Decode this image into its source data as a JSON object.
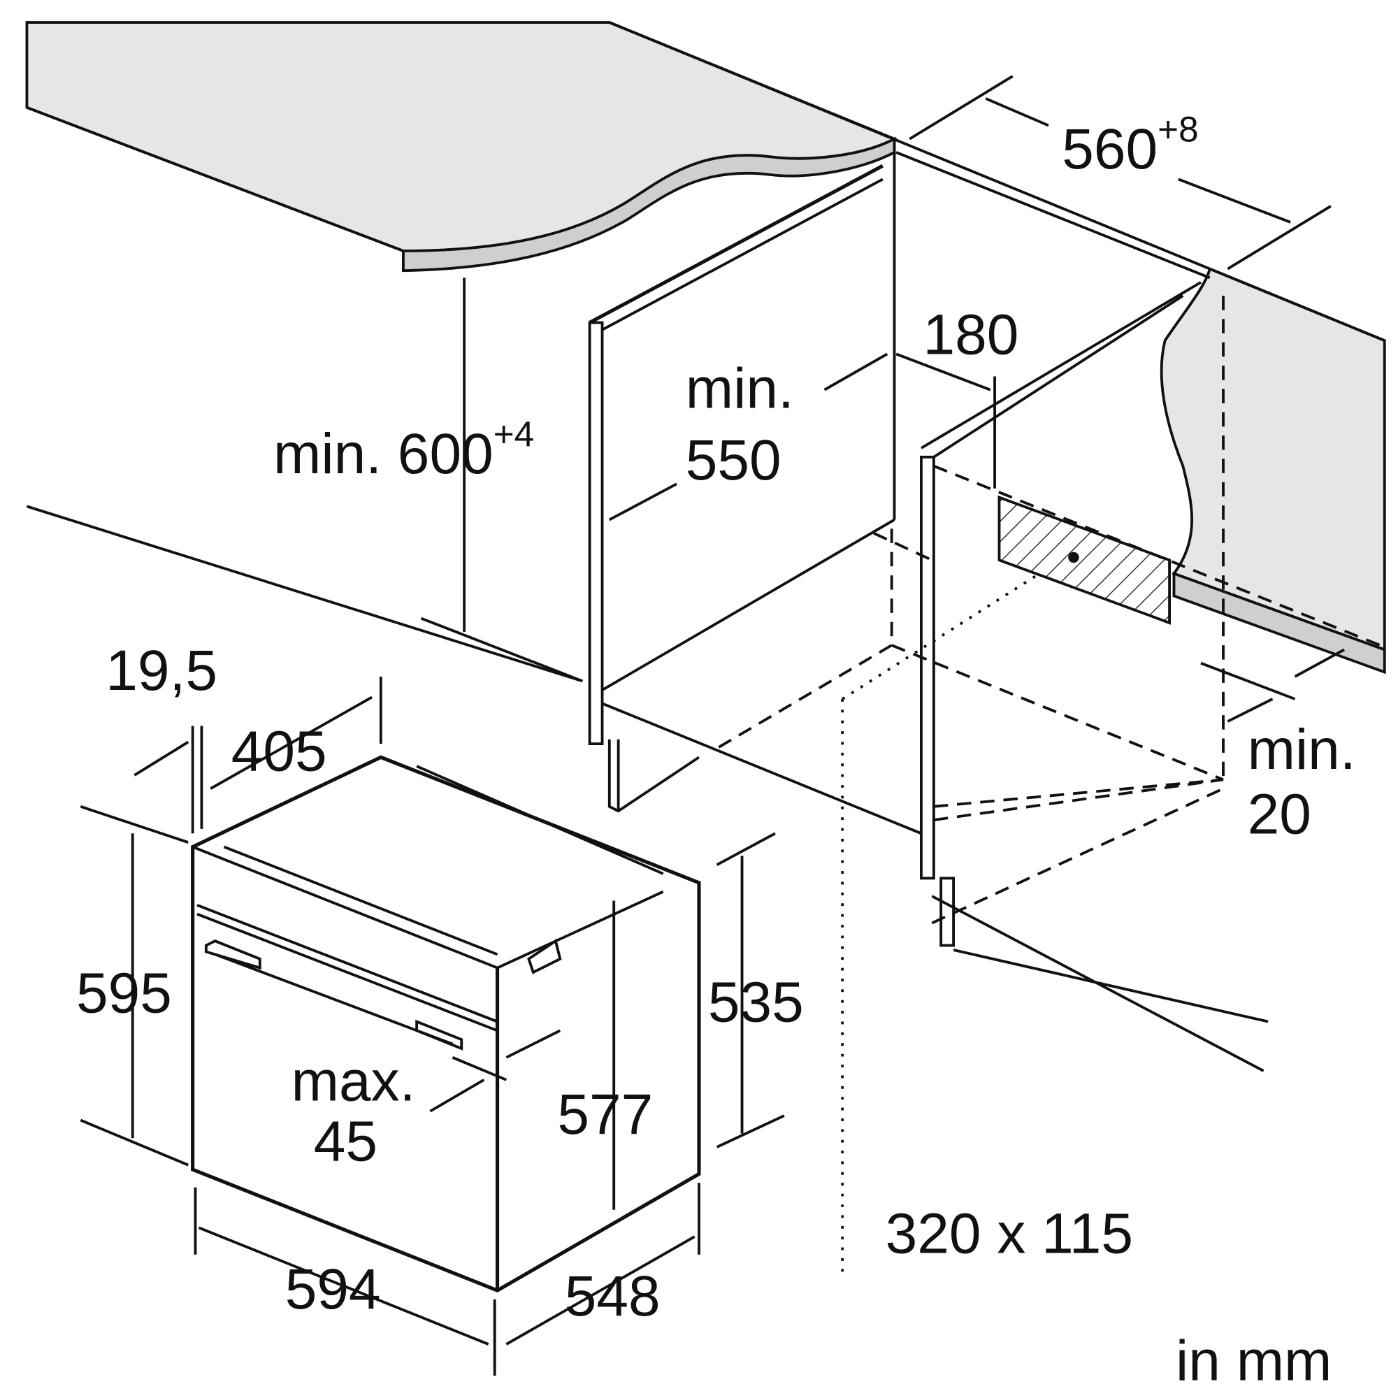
{
  "units_label": "in mm",
  "dimensions": {
    "niche_width": {
      "value": "560",
      "tolerance": "+8"
    },
    "niche_height": {
      "prefix": "min. 600",
      "tolerance": "+4"
    },
    "depth_min": {
      "line1": "min.",
      "line2": "550"
    },
    "rear_gap": "180",
    "vent_opening": "320 x 115",
    "front_gap": {
      "line1": "min.",
      "line2": "20"
    },
    "panel_thickness": "19,5",
    "handle_offset": "405",
    "oven_height": "595",
    "oven_body_height": "535",
    "oven_inner_height": "577",
    "door_protrusion": {
      "line1": "max.",
      "line2": "45"
    },
    "oven_width": "594",
    "oven_depth": "548"
  }
}
